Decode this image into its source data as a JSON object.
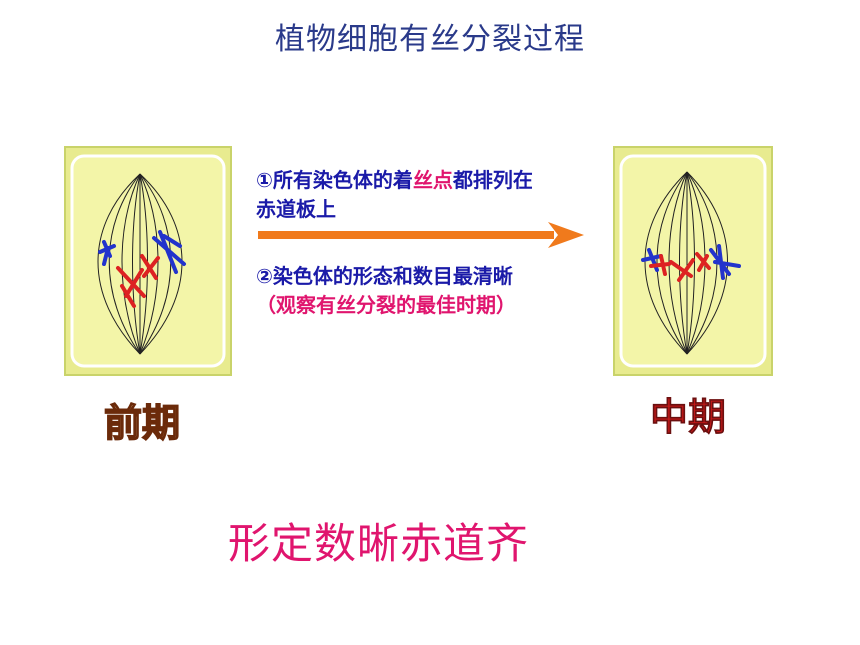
{
  "title": "植物细胞有丝分裂过程",
  "point1": {
    "prefix": "①所有染色体的着",
    "highlight": "丝点",
    "suffix": "都排列在赤道板上"
  },
  "point2": {
    "main": "②染色体的形态和数目最清晰",
    "highlight": "（观察有丝分裂的最佳时期）"
  },
  "labels": {
    "prophase": "前期",
    "metaphase": "中期"
  },
  "mnemonic": "形定数晰赤道齐",
  "colors": {
    "cell_fill": "#f3f5a8",
    "cell_border": "#c9d36a",
    "arrow": "#f07a1c",
    "chromosome_blue": "#2233cc",
    "chromosome_red": "#dd2222",
    "title": "#2a3a8a",
    "pink": "#e0156e"
  }
}
